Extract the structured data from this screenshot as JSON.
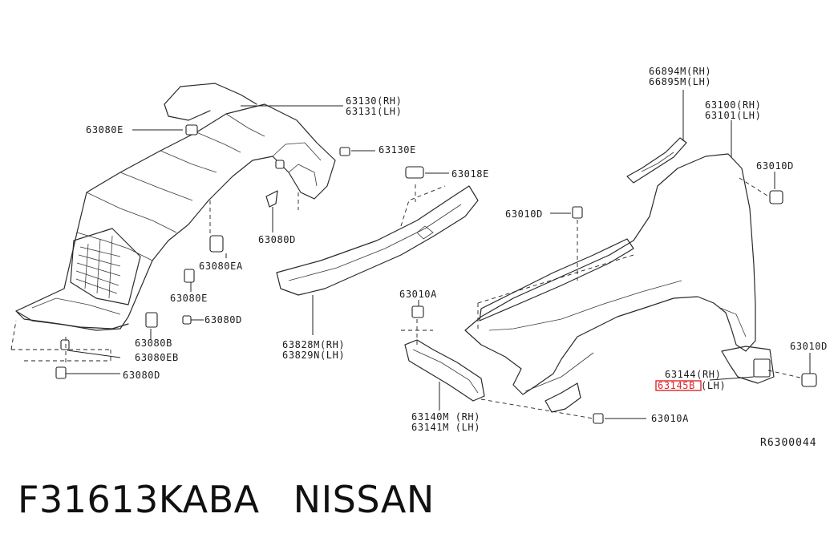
{
  "diagram": {
    "labels": {
      "l_63130": "63130(RH)",
      "l_63131": "63131(LH)",
      "l_63080e_top": "63080E",
      "l_63130e": "63130E",
      "l_63080d_mid": "63080D",
      "l_63080ea": "63080EA",
      "l_63080e_low": "63080E",
      "l_63080d_right": "63080D",
      "l_63080b": "63080B",
      "l_63080eb": "63080EB",
      "l_63080d_bot": "63080D",
      "l_63018e": "63018E",
      "l_63828m": "63828M(RH)",
      "l_63829n": "63829N(LH)",
      "l_66894m": "66894M(RH)",
      "l_66895m": "66895M(LH)",
      "l_63100": "63100(RH)",
      "l_63101": "63101(LH)",
      "l_63010d_top": "63010D",
      "l_63010d_mid": "63010D",
      "l_63010a_up": "63010A",
      "l_63010d_right": "63010D",
      "l_63144": "63144(RH)",
      "l_63145b": "63145B",
      "l_63145lh": "(LH)",
      "l_63140m": "63140M (RH)",
      "l_63141m": "63141M (LH)",
      "l_63010a_low": "63010A"
    },
    "highlight_color": "#e0262b",
    "reference_code": "R6300044"
  },
  "footer": {
    "part_number": "F31613KABA",
    "brand": "NISSAN"
  }
}
